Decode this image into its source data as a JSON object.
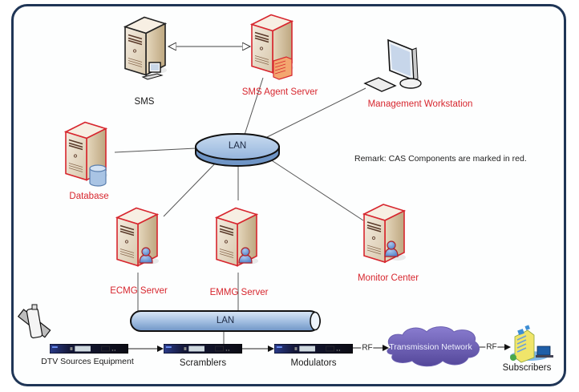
{
  "diagram": {
    "title": "CAS network architecture",
    "remark": "Remark: CAS Components are marked in red.",
    "colors": {
      "cas_red": "#d7262e",
      "frame": "#1f3556",
      "lan_fill": "#a9c4e4",
      "cloud_fill": "#6d5fb0"
    },
    "nodes": [
      {
        "id": "sms",
        "label": "SMS",
        "icon": "server-with-pc-icon",
        "cas": false
      },
      {
        "id": "sms-agent",
        "label": "SMS Agent Server",
        "icon": "server-firewall-icon",
        "cas": true
      },
      {
        "id": "workstation",
        "label": "Management Workstation",
        "icon": "workstation-icon",
        "cas": true
      },
      {
        "id": "lan-top",
        "label": "LAN",
        "icon": "lan-disk-icon",
        "cas": false
      },
      {
        "id": "database",
        "label": "Database",
        "icon": "server-database-icon",
        "cas": true
      },
      {
        "id": "ecmg",
        "label": "ECMG Server",
        "icon": "server-user-icon",
        "cas": true
      },
      {
        "id": "emmg",
        "label": "EMMG Server",
        "icon": "server-user-icon",
        "cas": true
      },
      {
        "id": "monitor",
        "label": "Monitor Center",
        "icon": "server-user-icon",
        "cas": true
      },
      {
        "id": "lan-bottom",
        "label": "LAN",
        "icon": "lan-pipe-icon",
        "cas": false
      },
      {
        "id": "dtv",
        "label": "DTV Sources Equipment",
        "icon": "rack-unit-icon",
        "cas": false
      },
      {
        "id": "scramblers",
        "label": "Scramblers",
        "icon": "rack-unit-icon",
        "cas": false
      },
      {
        "id": "modulators",
        "label": "Modulators",
        "icon": "rack-unit-icon",
        "cas": false
      },
      {
        "id": "transmission",
        "label": "Transmission Network",
        "icon": "cloud-icon",
        "cas": false
      },
      {
        "id": "subscribers",
        "label": "Subscribers",
        "icon": "building-tv-icon",
        "cas": false
      },
      {
        "id": "satellite",
        "label": "",
        "icon": "satellite-icon",
        "cas": false
      }
    ],
    "edges": [
      {
        "from": "sms",
        "to": "sms-agent",
        "type": "bidirectional-arrow",
        "label": ""
      },
      {
        "from": "sms-agent",
        "to": "lan-top",
        "type": "line",
        "label": ""
      },
      {
        "from": "workstation",
        "to": "lan-top",
        "type": "line",
        "label": ""
      },
      {
        "from": "database",
        "to": "lan-top",
        "type": "line",
        "label": ""
      },
      {
        "from": "ecmg",
        "to": "lan-top",
        "type": "line",
        "label": ""
      },
      {
        "from": "emmg",
        "to": "lan-top",
        "type": "line",
        "label": ""
      },
      {
        "from": "monitor",
        "to": "lan-top",
        "type": "line",
        "label": ""
      },
      {
        "from": "ecmg",
        "to": "lan-bottom",
        "type": "line",
        "label": ""
      },
      {
        "from": "emmg",
        "to": "lan-bottom",
        "type": "line",
        "label": ""
      },
      {
        "from": "lan-bottom",
        "to": "scramblers",
        "type": "line",
        "label": ""
      },
      {
        "from": "dtv",
        "to": "scramblers",
        "type": "arrow",
        "label": ""
      },
      {
        "from": "scramblers",
        "to": "modulators",
        "type": "arrow",
        "label": ""
      },
      {
        "from": "modulators",
        "to": "transmission",
        "type": "arrow",
        "label": "RF"
      },
      {
        "from": "transmission",
        "to": "subscribers",
        "type": "arrow",
        "label": "RF"
      }
    ]
  }
}
